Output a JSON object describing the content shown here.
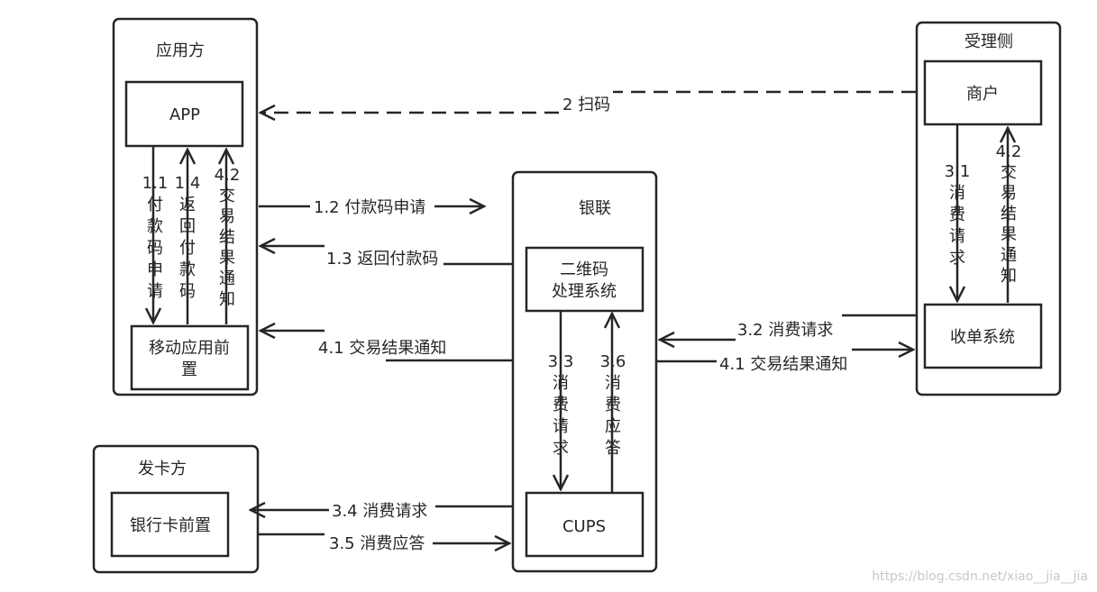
{
  "groups": {
    "app_side": "应用方",
    "acquirer": "受理侧",
    "unionpay": "银联",
    "issuer": "发卡方"
  },
  "boxes": {
    "app": "APP",
    "mobile_front_1": "移动应用前",
    "mobile_front_2": "置",
    "merchant": "商户",
    "pos": "收单系统",
    "qr_1": "二维码",
    "qr_2": "处理系统",
    "cups": "CUPS",
    "bank_front": "银行卡前置"
  },
  "labels": {
    "scan": "2 扫码",
    "pay_code_request": "1.2 付款码申请",
    "return_pay_code": "1.3 返回付款码",
    "result_notify_left": "4.1 交易结果通知",
    "consume_request_right": "3.2 消费请求",
    "result_notify_right": "4.1 交易结果通知",
    "consume_request_issuer": "3.4 消费请求",
    "consume_reply_issuer": "3.5 消费应答"
  },
  "vertical_labels": {
    "v11": [
      "1.1",
      "付",
      "款",
      "码",
      "申",
      "请"
    ],
    "v14": [
      "1.4",
      "返",
      "回",
      "付",
      "款",
      "码"
    ],
    "v42_app": [
      "4.2",
      "交",
      "易",
      "结",
      "果",
      "通",
      "知"
    ],
    "v31": [
      "3.1",
      "消",
      "费",
      "请",
      "求"
    ],
    "v42_acq": [
      "4.2",
      "交",
      "易",
      "结",
      "果",
      "通",
      "知"
    ],
    "v33": [
      "3.3",
      "消",
      "费",
      "请",
      "求"
    ],
    "v36": [
      "3.6",
      "消",
      "费",
      "应",
      "答"
    ]
  },
  "watermark": "https://blog.csdn.net/xiao__jia__jia",
  "colors": {
    "stroke": "#262626",
    "text": "#262626",
    "watermark": "#c8c8c8"
  }
}
